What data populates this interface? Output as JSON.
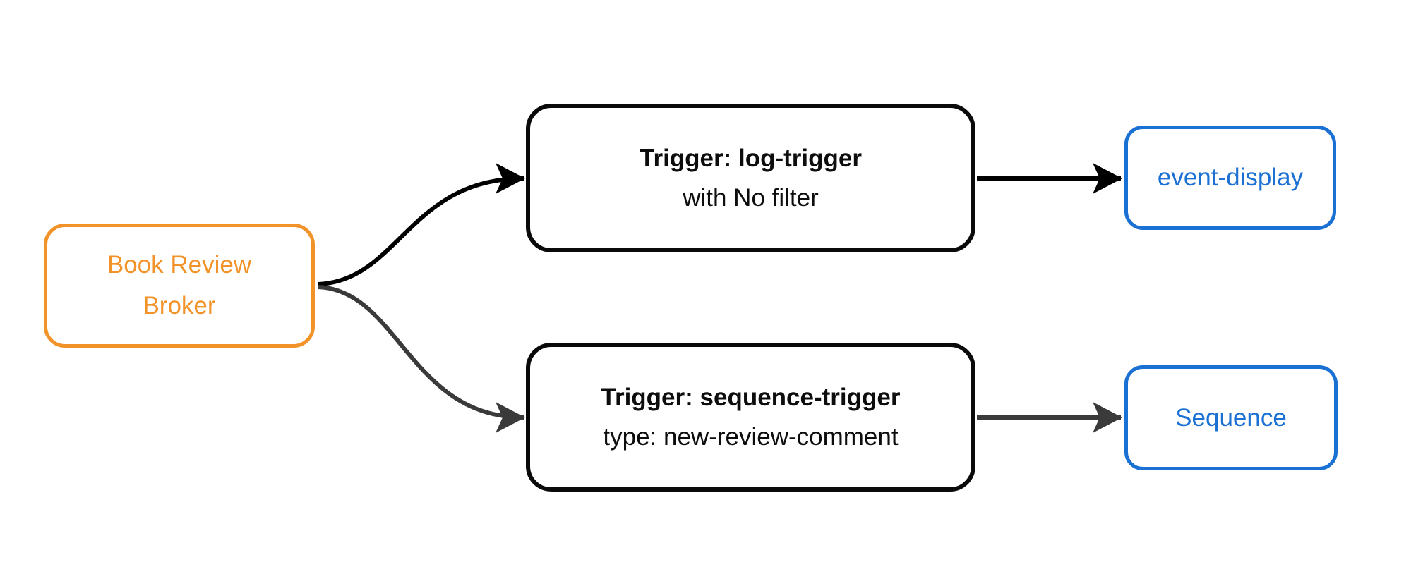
{
  "diagram": {
    "nodes": {
      "broker": {
        "label": "Book Review Broker"
      },
      "trigger_log": {
        "title": "Trigger: log-trigger",
        "subtitle": "with No filter"
      },
      "trigger_sequence": {
        "title": "Trigger: sequence-trigger",
        "subtitle": "type: new-review-comment"
      },
      "event_display": {
        "label": "event-display"
      },
      "sequence": {
        "label": "Sequence"
      }
    },
    "edges": [
      {
        "from": "broker",
        "to": "trigger_log"
      },
      {
        "from": "broker",
        "to": "trigger_sequence"
      },
      {
        "from": "trigger_log",
        "to": "event_display"
      },
      {
        "from": "trigger_sequence",
        "to": "sequence"
      }
    ],
    "colors": {
      "background": "#FFFFFF",
      "broker_accent": "#F29329",
      "service_accent": "#1B70D3",
      "trigger_border": "#0A0A0A",
      "trigger_text": "#0D0D0D",
      "edge_top": "#000000",
      "edge_bottom": "#3A3A3A"
    }
  }
}
